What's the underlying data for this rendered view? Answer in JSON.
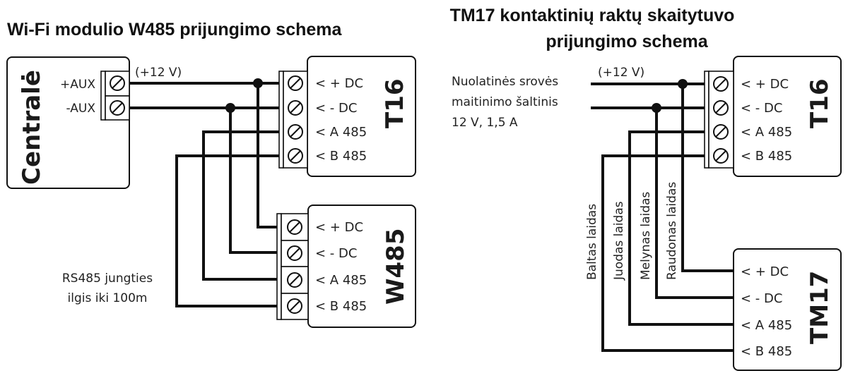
{
  "left_diagram": {
    "title": "Wi-Fi modulio W485 prijungimo schema",
    "panel": {
      "name": "Centralė",
      "terminals": [
        "+AUX",
        "-AUX"
      ]
    },
    "voltage_label": "(+12 V)",
    "t16": {
      "name": "T16",
      "terminals": [
        "< + DC",
        "< - DC",
        "< A 485",
        "< B 485"
      ]
    },
    "w485": {
      "name": "W485",
      "terminals": [
        "< + DC",
        "< - DC",
        "< A 485",
        "< B 485"
      ]
    },
    "note_line1": "RS485 jungties",
    "note_line2": "ilgis iki 100m"
  },
  "right_diagram": {
    "title_line1": "TM17 kontaktinių raktų skaitytuvo",
    "title_line2": "prijungimo schema",
    "supply_line1": "Nuolatinės srovės",
    "supply_line2": "maitinimo šaltinis",
    "supply_line3": "12 V, 1,5 A",
    "voltage_label": "(+12 V)",
    "t16": {
      "name": "T16",
      "terminals": [
        "< + DC",
        "< - DC",
        "< A 485",
        "< B 485"
      ]
    },
    "wire_labels": [
      "Baltas laidas",
      "Juodas laidas",
      "Melynas laidas",
      "Raudonas laidas"
    ],
    "tm17": {
      "name": "TM17",
      "terminals": [
        "< + DC",
        "< - DC",
        "< A 485",
        "< B 485"
      ]
    }
  }
}
